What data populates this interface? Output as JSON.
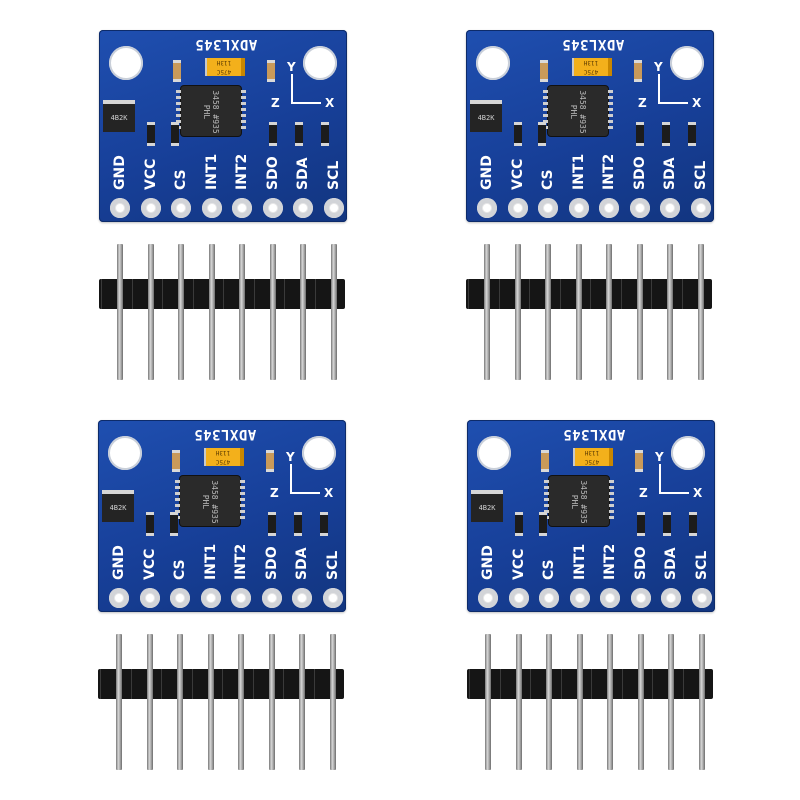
{
  "board": {
    "title": "ADXL345",
    "capacitor_marking": "475C",
    "capacitor_marking_2": "113H",
    "chip_marking": "3458 #935 PHL",
    "regulator_marking": "4B2K",
    "axis_labels": {
      "x": "X",
      "y": "Y",
      "z": "Z"
    },
    "pins": [
      "GND",
      "VCC",
      "CS",
      "INT1",
      "INT2",
      "SDO",
      "SDA",
      "SCL"
    ]
  },
  "modules": [
    {
      "id": "module-1"
    },
    {
      "id": "module-2"
    },
    {
      "id": "module-3"
    },
    {
      "id": "module-4"
    }
  ],
  "colors": {
    "pcb": "#1f4fb0",
    "silkscreen": "#ffffff",
    "header_plastic": "#151515",
    "capacitor": "#f3b01b"
  }
}
